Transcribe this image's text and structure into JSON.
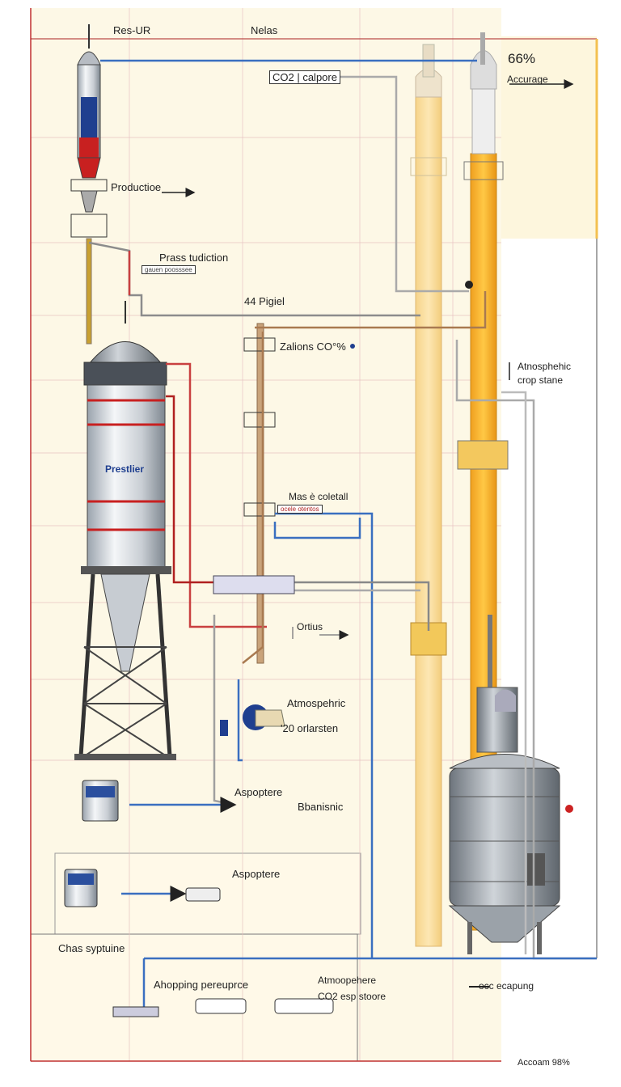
{
  "labels": {
    "top_left": "Res-UR",
    "top_center": "Nelas",
    "co2_capture": "CO2 | calpore",
    "percent_top": "66%",
    "accurage": "Accurage",
    "production": "Productioe",
    "press_title": "Prass tudiction",
    "press_sub": "gauen poosssee",
    "pigiel": "44 Pigiel",
    "co2_percent": "Zalions CO°%",
    "atmospheric_right": "Atnosphehic",
    "crop_stane": "crop stane",
    "vessel_name": "Prestlier",
    "mass_title": "Mas è coletall",
    "mass_sub": "ocele otentos",
    "ortius": "Ortius",
    "atmospheric_mid": "Atmospehric",
    "orlarsten": "'20 orlarsten",
    "aspoptere": "Aspoptere",
    "bbanisnic": "Bbanisnic",
    "chas_syptuine": "Chas syptuine",
    "ahopping": "Ahopping pereuprce",
    "atmoopehere": "Atmoopehere",
    "co2_storage": "CO2 esp stoore",
    "occ_capung": "occ ecapung",
    "accum_percent": "Accoam 98%"
  },
  "colors": {
    "pipe_blue": "#3a6fc0",
    "pipe_red": "#c94040",
    "column_orange": "#ffc845",
    "vessel_stripe": "#c82020",
    "paper": "#fdf8e6"
  }
}
